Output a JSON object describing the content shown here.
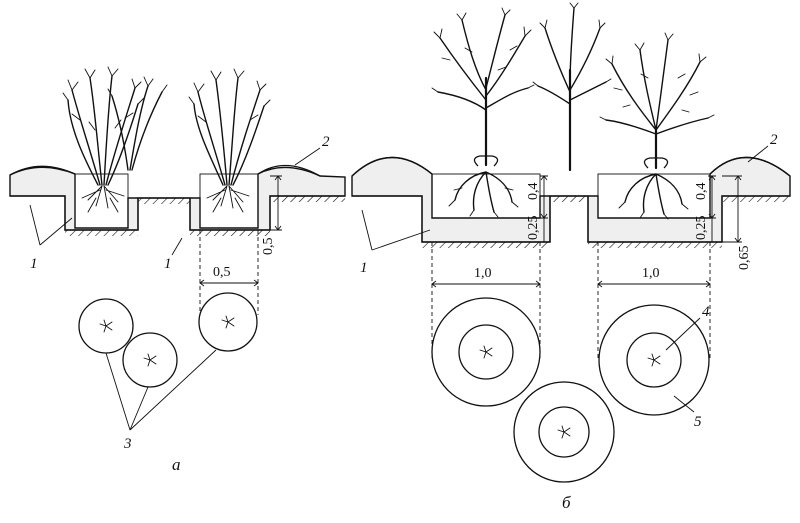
{
  "labels": {
    "a_soil_layer": "1",
    "a_soil_layer_pit": "1",
    "a_mound": "2",
    "a_pits_plan": "3",
    "a_caption": "а",
    "b_soil_layer": "1",
    "b_mound": "2",
    "b_inner_circle": "4",
    "b_outer_circle": "5",
    "b_caption": "б"
  },
  "dimensions": {
    "a_width": "0,5",
    "a_depth": "0,5",
    "b_width_left": "1,0",
    "b_width_right": "1,0",
    "b_depth_top_left": "0,4",
    "b_depth_bottom_left": "0,25",
    "b_depth_top_right": "0,4",
    "b_depth_bottom_right": "0,25",
    "b_total_depth": "0,65"
  }
}
